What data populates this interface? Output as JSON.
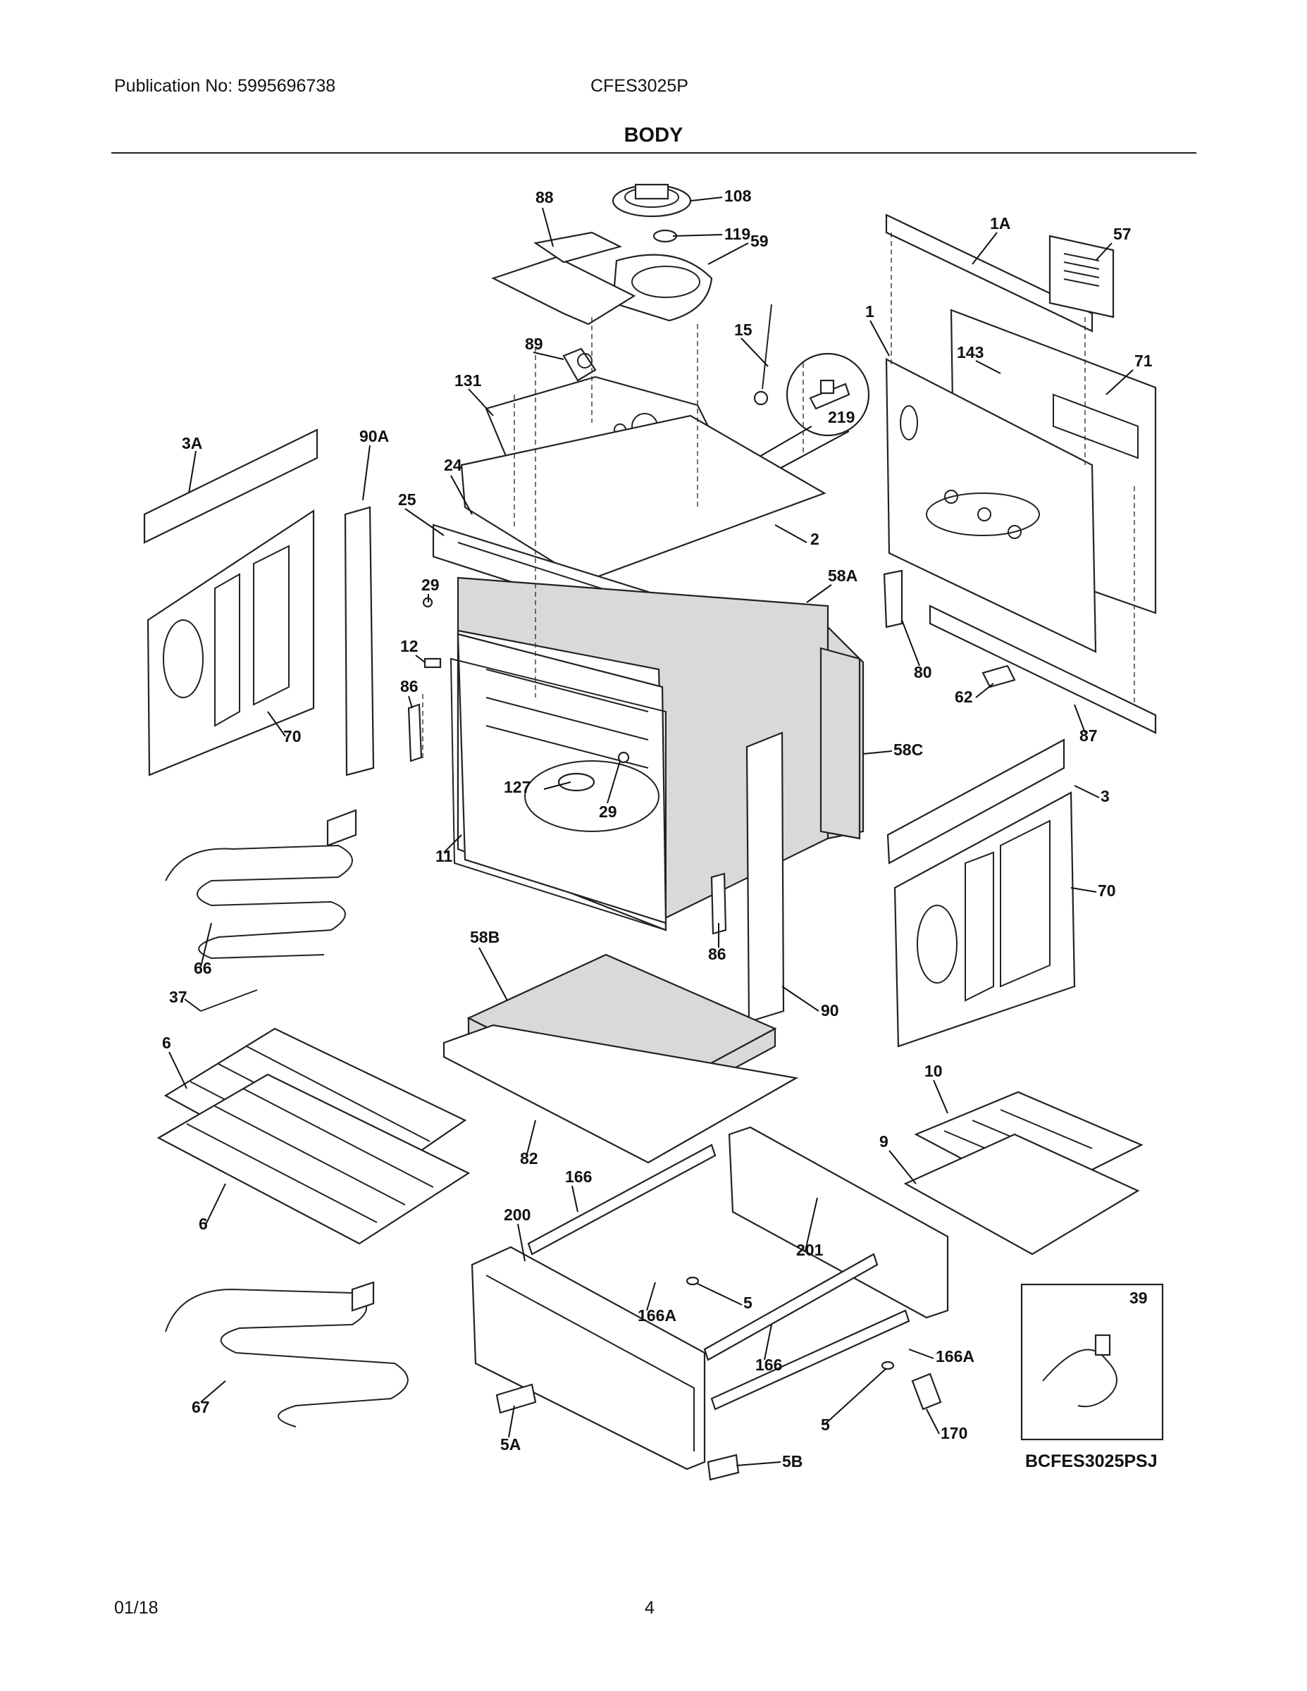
{
  "header": {
    "publication": "Publication No: 5995696738",
    "model": "CFES3025P",
    "title": "BODY"
  },
  "diagram": {
    "callouts": [
      "108",
      "88",
      "119",
      "59",
      "1A",
      "57",
      "15",
      "1",
      "143",
      "71",
      "89",
      "131",
      "219",
      "3A",
      "90A",
      "24",
      "25",
      "2",
      "29",
      "58A",
      "12",
      "80",
      "86",
      "62",
      "70",
      "87",
      "127",
      "29",
      "58C",
      "3",
      "11",
      "70",
      "66",
      "58B",
      "86",
      "37",
      "90",
      "6",
      "10",
      "9",
      "82",
      "6",
      "166",
      "200",
      "201",
      "5",
      "166A",
      "39",
      "166",
      "166A",
      "5",
      "67",
      "170",
      "5A",
      "5B"
    ],
    "inset_code": "BCFES3025PSJ"
  },
  "footer": {
    "date": "01/18",
    "page": "4"
  }
}
